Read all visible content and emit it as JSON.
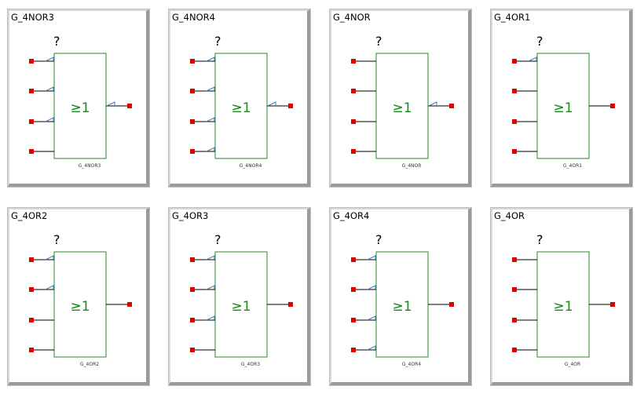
{
  "colors": {
    "pin": "#e00000",
    "wire": "#000000",
    "body": "#2a8a2a",
    "inversion_flag": "#3a7ab8"
  },
  "tiles": [
    {
      "title": "G_4NOR3",
      "question": "?",
      "symbol": "≥1",
      "part_label": "G_4NOR3",
      "inverted_inputs": [
        true,
        true,
        true,
        false
      ],
      "inverted_output": true
    },
    {
      "title": "G_4NOR4",
      "question": "?",
      "symbol": "≥1",
      "part_label": "G_4NOR4",
      "inverted_inputs": [
        true,
        true,
        true,
        true
      ],
      "inverted_output": true
    },
    {
      "title": "G_4NOR",
      "question": "?",
      "symbol": "≥1",
      "part_label": "G_4NOR",
      "inverted_inputs": [
        false,
        false,
        false,
        false
      ],
      "inverted_output": true
    },
    {
      "title": "G_4OR1",
      "question": "?",
      "symbol": "≥1",
      "part_label": "G_4OR1",
      "inverted_inputs": [
        true,
        false,
        false,
        false
      ],
      "inverted_output": false
    },
    {
      "title": "G_4OR2",
      "question": "?",
      "symbol": "≥1",
      "part_label": "G_4OR2",
      "inverted_inputs": [
        true,
        true,
        false,
        false
      ],
      "inverted_output": false
    },
    {
      "title": "G_4OR3",
      "question": "?",
      "symbol": "≥1",
      "part_label": "G_4OR3",
      "inverted_inputs": [
        true,
        true,
        true,
        false
      ],
      "inverted_output": false
    },
    {
      "title": "G_4OR4",
      "question": "?",
      "symbol": "≥1",
      "part_label": "G_4OR4",
      "inverted_inputs": [
        true,
        true,
        true,
        true
      ],
      "inverted_output": false
    },
    {
      "title": "G_4OR",
      "question": "?",
      "symbol": "≥1",
      "part_label": "G_4OR",
      "inverted_inputs": [
        false,
        false,
        false,
        false
      ],
      "inverted_output": false
    }
  ]
}
